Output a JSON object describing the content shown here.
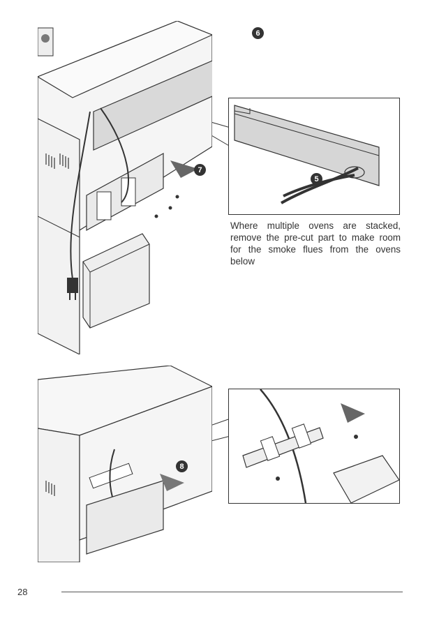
{
  "caption": "Where multiple ovens are stacked, remove the pre-cut part to make room for the smoke flues from the ovens below",
  "steps": {
    "step6": "6",
    "step7": "7",
    "step5": "5",
    "step8": "8"
  },
  "page_number": "28",
  "colors": {
    "line": "#333333",
    "panel": "#e6e6e6",
    "shade": "#cfcfcf",
    "badge": "#333333"
  },
  "icons": [
    "arrow-icon",
    "screw-icon",
    "pliers-icon",
    "junction-box-icon",
    "power-plug-icon"
  ]
}
